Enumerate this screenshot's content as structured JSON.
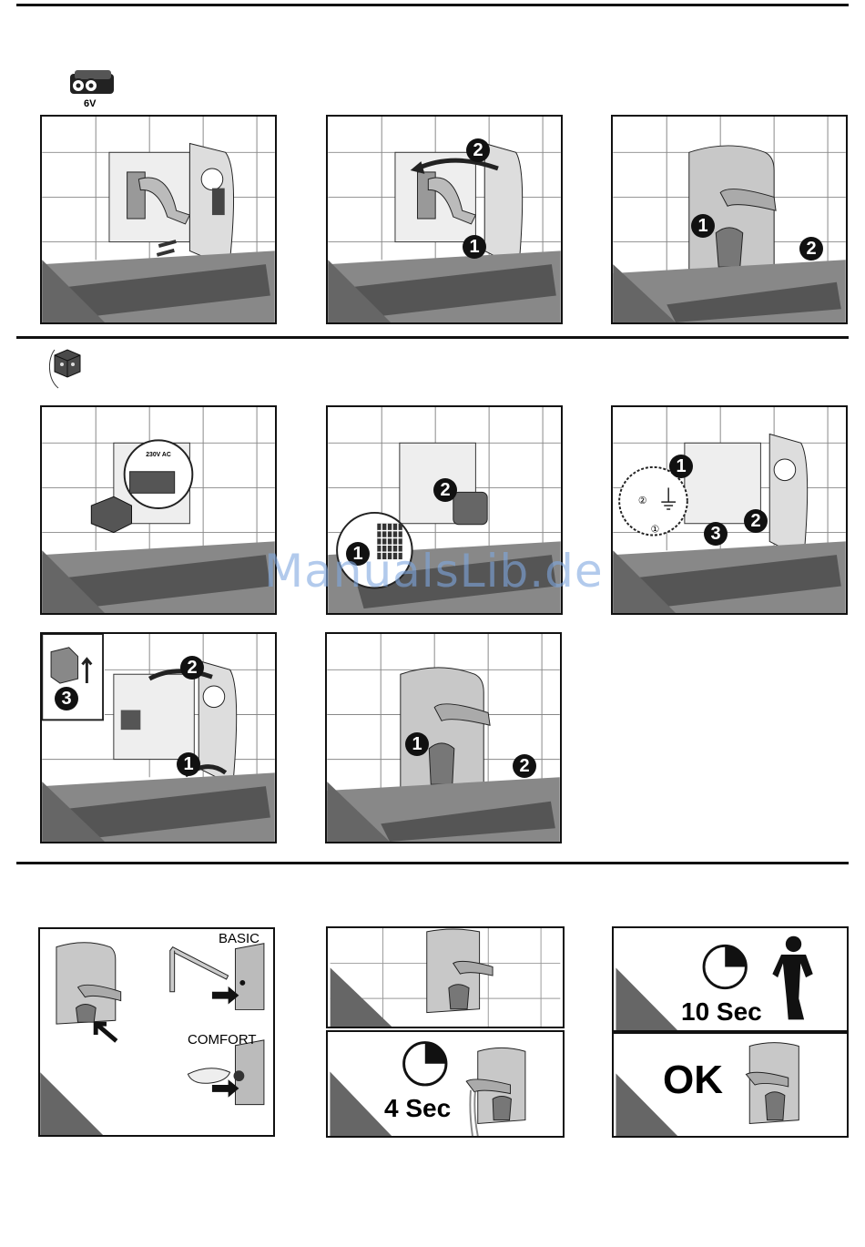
{
  "battery": {
    "label": "6V"
  },
  "adapter_label": "230V AC",
  "steps": {
    "p2": [
      "2",
      "1"
    ],
    "p3": [
      "1",
      "2"
    ],
    "p5": [
      "2",
      "1"
    ],
    "p6": [
      "1",
      "2",
      "3"
    ],
    "p7": [
      "2",
      "1",
      "3"
    ],
    "p8": [
      "1",
      "2"
    ]
  },
  "diagram_marks": {
    "ground_2": "②",
    "ground_1": "①"
  },
  "settings": {
    "basic": "BASIC",
    "comfort": "COMFORT"
  },
  "timers": {
    "four_sec": "4 Sec",
    "ten_sec": "10 Sec",
    "ok": "OK"
  },
  "watermark": "ManualsLib.de"
}
